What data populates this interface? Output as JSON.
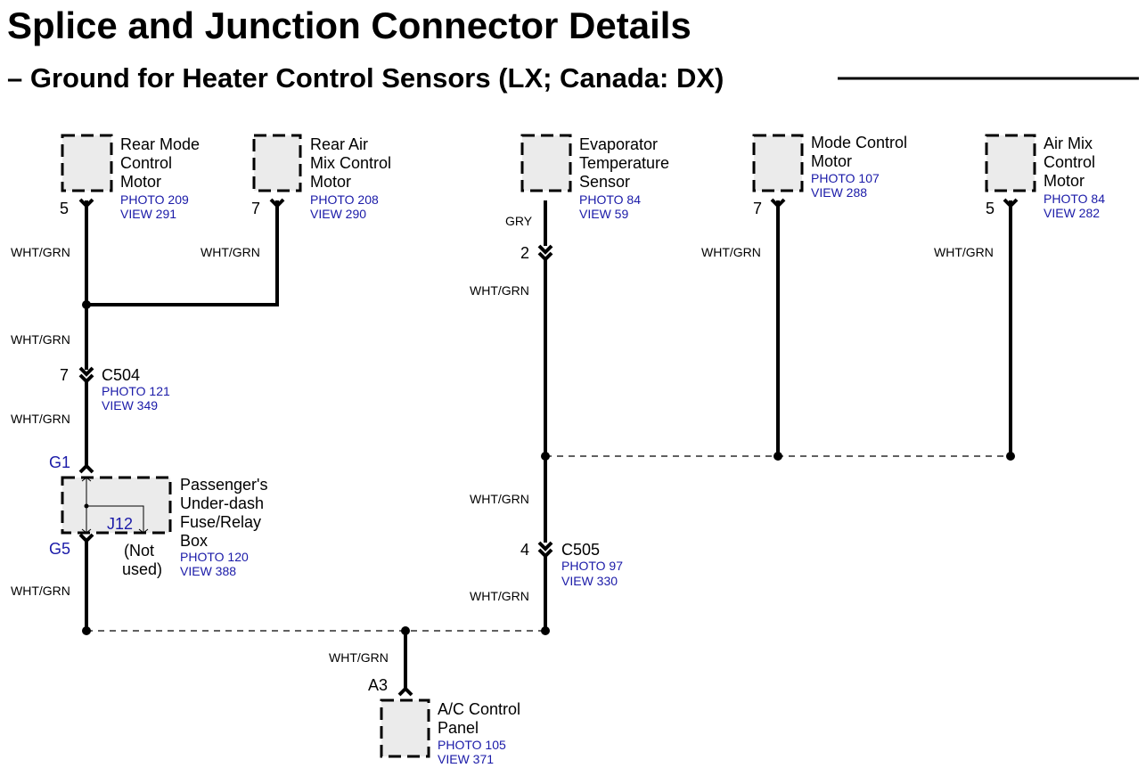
{
  "title": "Splice and Junction Connector Details",
  "subtitle": "– Ground for Heater Control Sensors (LX; Canada: DX)",
  "components": {
    "rear_mode": {
      "line1": "Rear Mode",
      "line2": "Control",
      "line3": "Motor",
      "photo": "PHOTO 209",
      "view": "VIEW 291",
      "pin": "5"
    },
    "rear_air": {
      "line1": "Rear Air",
      "line2": "Mix Control",
      "line3": "Motor",
      "photo": "PHOTO 208",
      "view": "VIEW 290",
      "pin": "7"
    },
    "evap": {
      "line1": "Evaporator",
      "line2": "Temperature",
      "line3": "Sensor",
      "photo": "PHOTO 84",
      "view": "VIEW 59",
      "wire": "GRY",
      "pin": "2"
    },
    "mode_ctrl": {
      "line1": "Mode Control",
      "line2": "Motor",
      "photo": "PHOTO 107",
      "view": "VIEW 288",
      "pin": "7"
    },
    "air_mix": {
      "line1": "Air Mix",
      "line2": "Control",
      "line3": "Motor",
      "photo": "PHOTO 84",
      "view": "VIEW 282",
      "pin": "5"
    },
    "fuse_box": {
      "line1": "Passenger's",
      "line2": "Under-dash",
      "line3": "Fuse/Relay",
      "line4": "Box",
      "photo": "PHOTO 120",
      "view": "VIEW 388",
      "g1": "G1",
      "g5": "G5",
      "j12": "J12",
      "note1": "(Not",
      "note2": "used)"
    },
    "c504": {
      "pin": "7",
      "name": "C504",
      "photo": "PHOTO 121",
      "view": "VIEW 349"
    },
    "c505": {
      "pin": "4",
      "name": "C505",
      "photo": "PHOTO 97",
      "view": "VIEW 330"
    },
    "ac_panel": {
      "line1": "A/C Control",
      "line2": "Panel",
      "photo": "PHOTO 105",
      "view": "VIEW 371",
      "pin": "A3"
    }
  },
  "wire_color": "WHT/GRN",
  "colors": {
    "ref_blue": "#1a1aa8",
    "box_fill": "#ebebeb"
  }
}
